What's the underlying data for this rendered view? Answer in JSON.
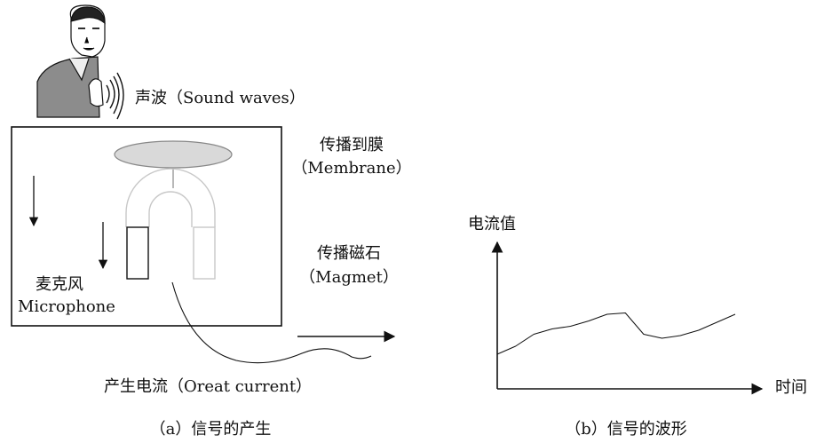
{
  "labels": {
    "sound_waves": "声波（Sound waves）",
    "membrane_cn": "传播到膜",
    "membrane_en": "（Membrane）",
    "magnet_cn": "传播磁石",
    "magnet_en": "（Magmet）",
    "microphone_cn": "麦克风",
    "microphone_en": "Microphone",
    "current": "产生电流（Oreat current）",
    "y_axis": "电流值",
    "x_axis": "时间",
    "caption_a": "（a）信号的产生",
    "caption_b": "（b）信号的波形"
  },
  "chart_data": {
    "type": "line",
    "title": "",
    "xlabel": "时间",
    "ylabel": "电流值",
    "x": [
      0,
      1,
      2,
      3,
      4,
      5,
      6,
      7,
      8,
      9,
      10,
      11,
      12,
      13
    ],
    "series": [
      {
        "values": [
          2.6,
          3.2,
          4.1,
          4.5,
          4.7,
          5.1,
          5.6,
          5.7,
          4.1,
          3.8,
          4.0,
          4.4,
          5.0,
          5.6
        ]
      }
    ],
    "ylim": [
      0,
      10
    ],
    "grid": false
  },
  "colors": {
    "ink": "#111111",
    "membrane_fill": "#d9d9d9",
    "magnet_stroke": "#c8c8c8",
    "shirt": "#8c8c8c"
  }
}
